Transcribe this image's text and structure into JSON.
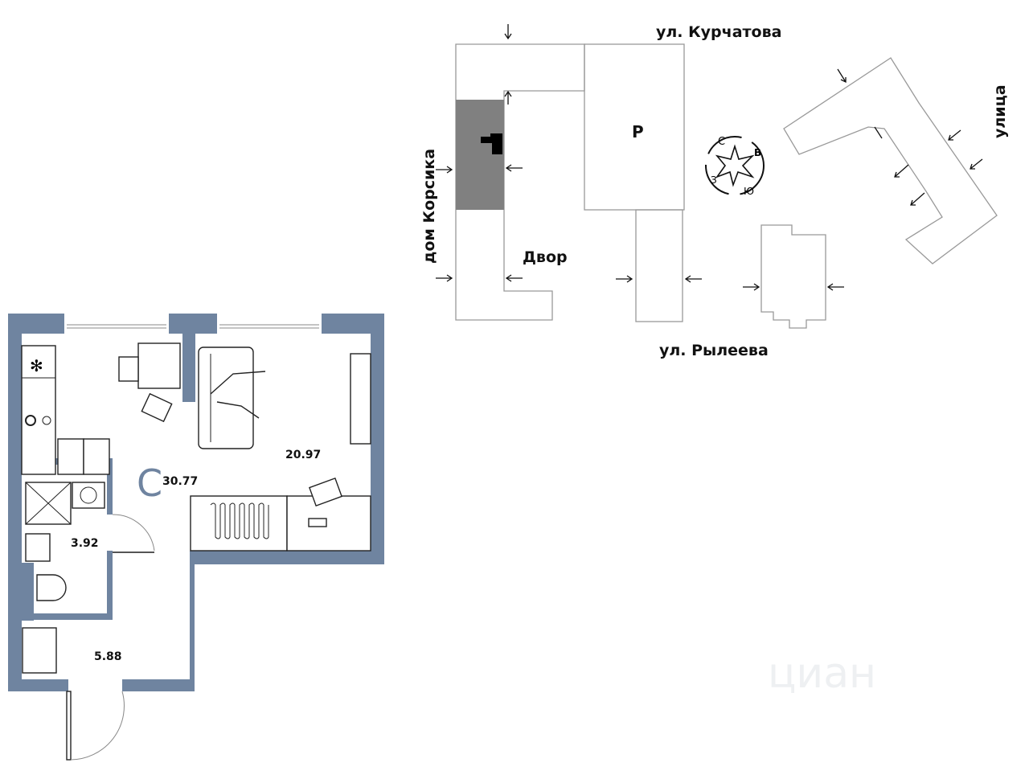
{
  "floor_plan": {
    "room_type_symbol": "С",
    "total_area": "30.77",
    "living_area": "20.97",
    "bathroom_area": "3.92",
    "hallway_area": "5.88",
    "wall_color": "#6f84a0"
  },
  "site_plan": {
    "street_top": "ул. Курчатова",
    "street_bottom": "ул. Рылеева",
    "street_right": "улица",
    "building_left": "дом Корсика",
    "courtyard": "Двор",
    "parking": "P",
    "compass": {
      "north": "С",
      "east": "В",
      "south": "Ю",
      "west": "З"
    },
    "highlight_color": "#808080"
  },
  "watermark": "циан"
}
